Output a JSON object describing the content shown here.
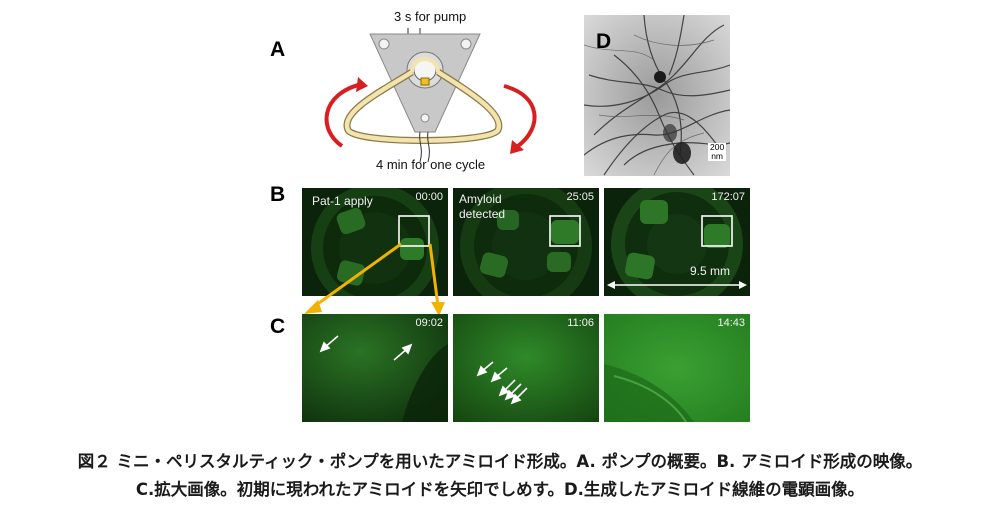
{
  "panels": {
    "A": {
      "letter": "A",
      "pump_time": "3 s for pump",
      "cycle_time": "4 min for one cycle"
    },
    "D": {
      "letter": "D",
      "scale_bar": "200\nnm"
    },
    "B": {
      "letter": "B",
      "frames": [
        {
          "time": "00:00",
          "label": "Pat-1 apply"
        },
        {
          "time": "25:05",
          "label": "Amyloid\ndetected"
        },
        {
          "time": "172:07",
          "label": ""
        }
      ],
      "scale_bar": "9.5 mm"
    },
    "C": {
      "letter": "C",
      "frames": [
        {
          "time": "09:02"
        },
        {
          "time": "11:06"
        },
        {
          "time": "14:43"
        }
      ]
    }
  },
  "caption": {
    "line1": "図２ ミニ・ペリスタルティック・ポンプを用いたアミロイド形成。A. ポンプの概要。B. アミロイド形成の映像。",
    "line2": "C.拡大画像。初期に現われたアミロイドを矢印でしめす。D.生成したアミロイド線維の電顕画像。"
  },
  "colors": {
    "green_dark": "#0d2a0b",
    "green_bright": "#2f8f2a",
    "rotation_arrow": "#d81e1e",
    "zoom_arrow": "#f2b300",
    "tube": "#f3e3ad",
    "pump_body": "#c8c8c8"
  }
}
